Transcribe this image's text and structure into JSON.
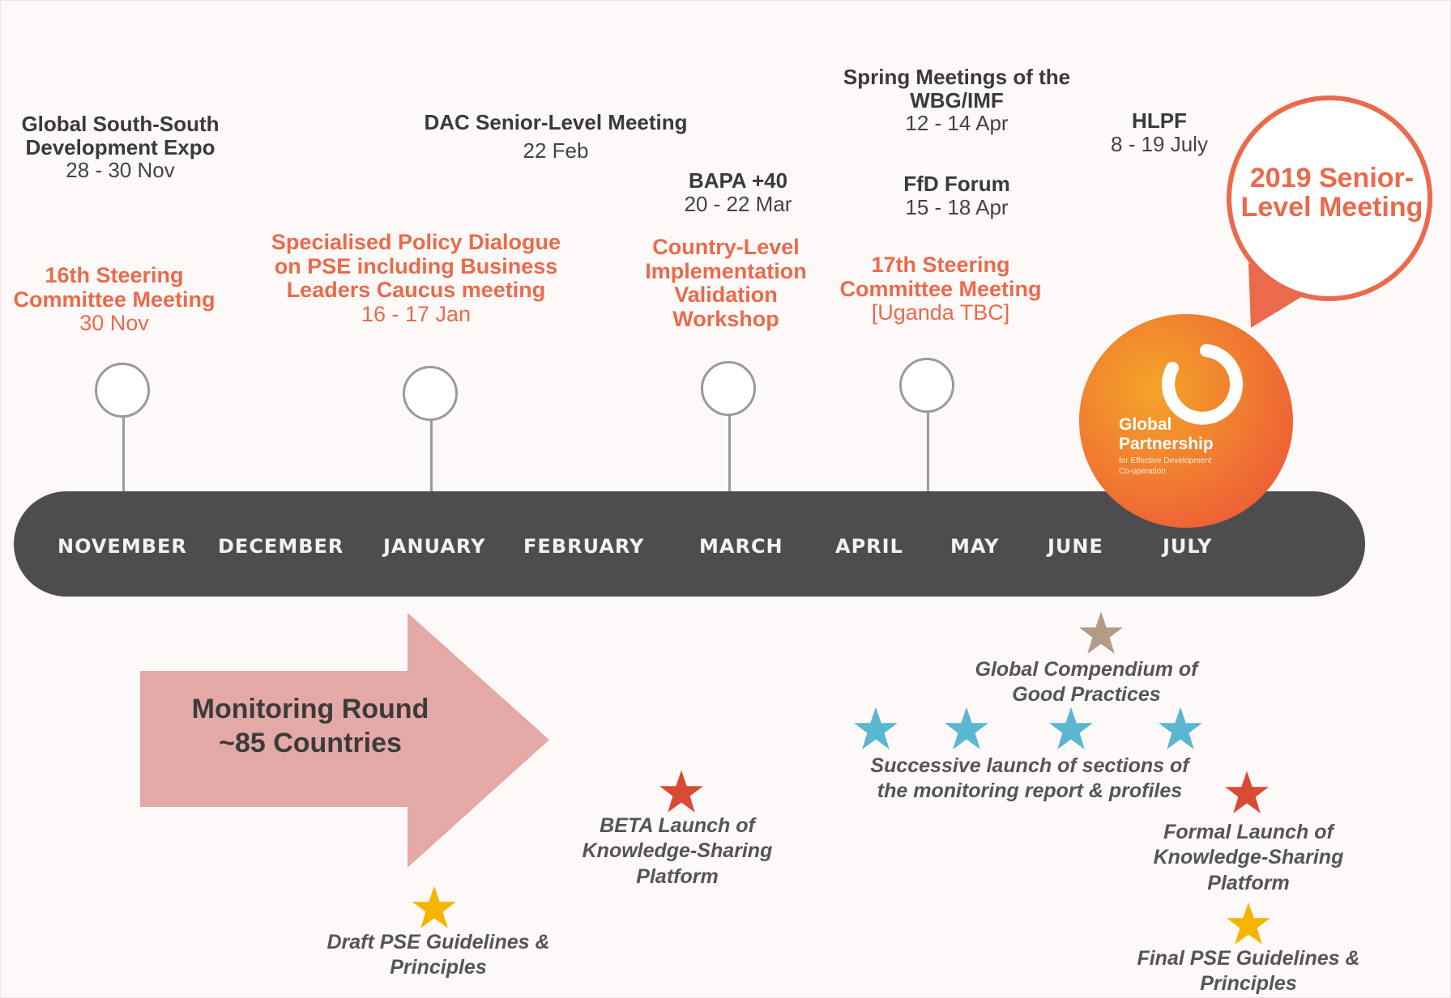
{
  "top_events": {
    "expo": {
      "title": [
        "Global South-South",
        "Development Expo"
      ],
      "date": "28 - 30 Nov"
    },
    "dac": {
      "title": [
        "DAC Senior-Level Meeting"
      ],
      "date": "22 Feb"
    },
    "bapa": {
      "title": [
        "BAPA +40"
      ],
      "date": "20 - 22 Mar"
    },
    "spring": {
      "title": [
        "Spring Meetings of the",
        "WBG/IMF"
      ],
      "date": "12 - 14 Apr"
    },
    "ffd": {
      "title": [
        "FfD Forum"
      ],
      "date": "15 - 18 Apr"
    },
    "hlpf": {
      "title": [
        "HLPF"
      ],
      "date": "8 - 19 July"
    }
  },
  "gpedc_events": {
    "sc16": {
      "title": [
        "16th Steering",
        "Committee Meeting"
      ],
      "date": "30 Nov"
    },
    "policy": {
      "title": [
        "Specialised Policy Dialogue",
        "on PSE including Business",
        "Leaders Caucus meeting"
      ],
      "date": "16 - 17 Jan"
    },
    "country": {
      "title": [
        "Country-Level",
        "Implementation",
        "Validation",
        "Workshop"
      ]
    },
    "sc17": {
      "title": [
        "17th Steering",
        "Committee Meeting"
      ],
      "date": "[Uganda TBC]"
    }
  },
  "callout": {
    "line1": "2019 Senior-",
    "line2": "Level Meeting"
  },
  "logo": {
    "name1": "Global",
    "name2": "Partnership",
    "tag1": "for Effective Development",
    "tag2": "Co-operation"
  },
  "months": [
    "NOVEMBER",
    "DECEMBER",
    "JANUARY",
    "FEBRUARY",
    "MARCH",
    "APRIL",
    "MAY",
    "JUNE",
    "JULY"
  ],
  "monitoring": {
    "line1": "Monitoring Round",
    "line2": "~85 Countries"
  },
  "milestones": {
    "draft_pse": [
      "Draft PSE Guidelines &",
      "Principles"
    ],
    "beta": [
      "BETA Launch of",
      "Knowledge-Sharing",
      "Platform"
    ],
    "compendium": [
      "Global Compendium of",
      "Good Practices"
    ],
    "successive": [
      "Successive launch of sections of",
      "the monitoring report & profiles"
    ],
    "formal": [
      "Formal Launch of",
      "Knowledge-Sharing",
      "Platform"
    ],
    "final_pse": [
      "Final PSE Guidelines &",
      "Principles"
    ]
  },
  "colors": {
    "gpedc_red": "#ea6a4b",
    "bar": "#4d4d4f",
    "arrow": "#e4a9a6",
    "star_gold": "#f5b400",
    "star_red": "#d94a33",
    "star_blue": "#5bb6d1",
    "star_tan": "#b39b85"
  },
  "icons": [
    "star-icon",
    "gpedc-logo-icon",
    "pin-circle-icon"
  ]
}
